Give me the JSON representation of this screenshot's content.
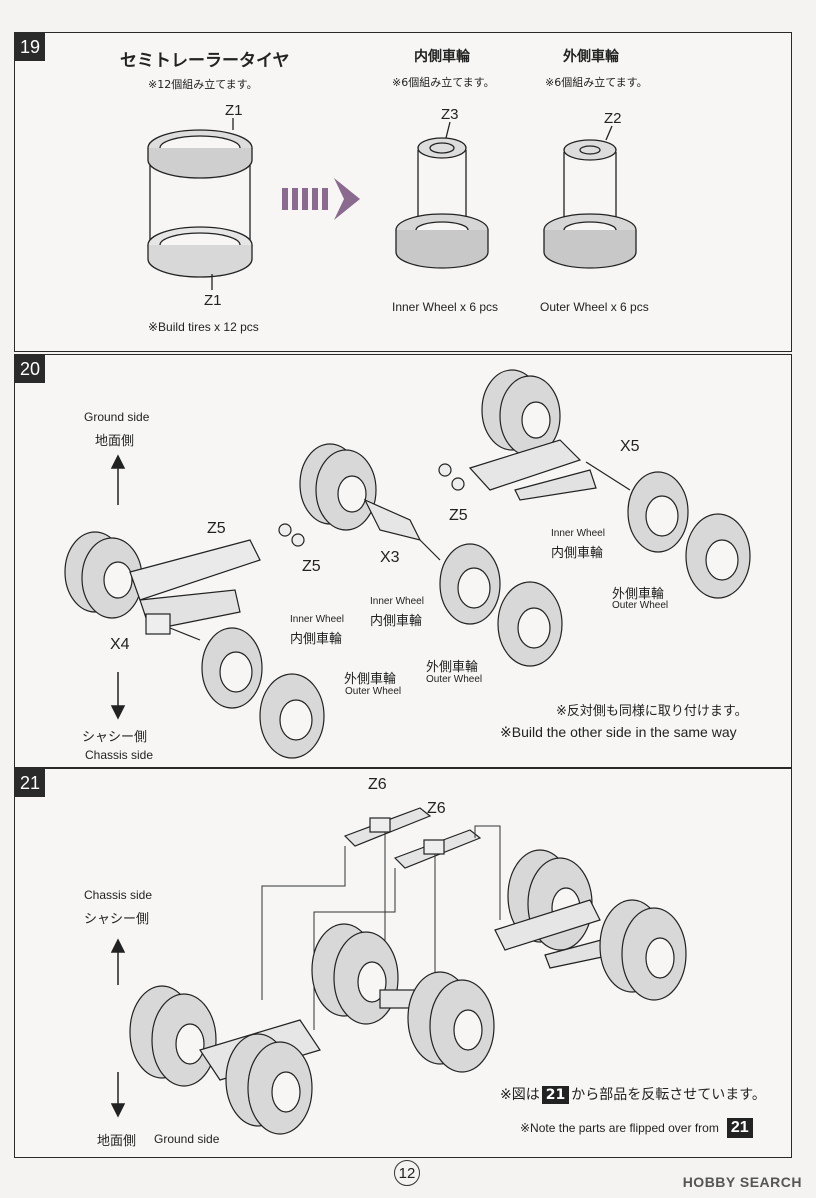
{
  "page_number": "12",
  "watermark": "HOBBY SEARCH",
  "step19": {
    "num": "19",
    "tire_title": "セミトレーラータイヤ",
    "tire_note_jp": "※12個組み立てます。",
    "tire_note_en": "※Build tires x 12 pcs",
    "part_top": "Z1",
    "part_bottom": "Z1",
    "inner_title": "内側車輪",
    "inner_note_jp": "※6個組み立てます。",
    "inner_part": "Z3",
    "inner_caption": "Inner Wheel x 6 pcs",
    "outer_title": "外側車輪",
    "outer_note_jp": "※6個組み立てます。",
    "outer_part": "Z2",
    "outer_caption": "Outer Wheel x 6 pcs"
  },
  "step20": {
    "num": "20",
    "ground_en": "Ground side",
    "ground_jp": "地面側",
    "chassis_jp": "シャシー側",
    "chassis_en": "Chassis side",
    "labels": [
      "Z5",
      "Z5",
      "X4",
      "X3",
      "Z5",
      "X5"
    ],
    "inner_en": "Inner Wheel",
    "inner_jp": "内側車輪",
    "outer_jp": "外側車輪",
    "outer_en": "Outer Wheel",
    "note_jp": "※反対側も同様に取り付けます。",
    "note_en": "※Build the other side in the same way"
  },
  "step21": {
    "num": "21",
    "parts": [
      "Z6",
      "Z6"
    ],
    "chassis_en": "Chassis side",
    "chassis_jp": "シャシー側",
    "ground_jp": "地面側",
    "ground_en": "Ground side",
    "note_jp_pre": "※図は",
    "note_jp_step": "21",
    "note_jp_post": "から部品を反転させています。",
    "note_en": "※Note the parts are flipped over from",
    "note_en_step": "21"
  },
  "colors": {
    "arrow": "#8a6a8e",
    "ink": "#222222",
    "paper": "#f7f6f4"
  }
}
